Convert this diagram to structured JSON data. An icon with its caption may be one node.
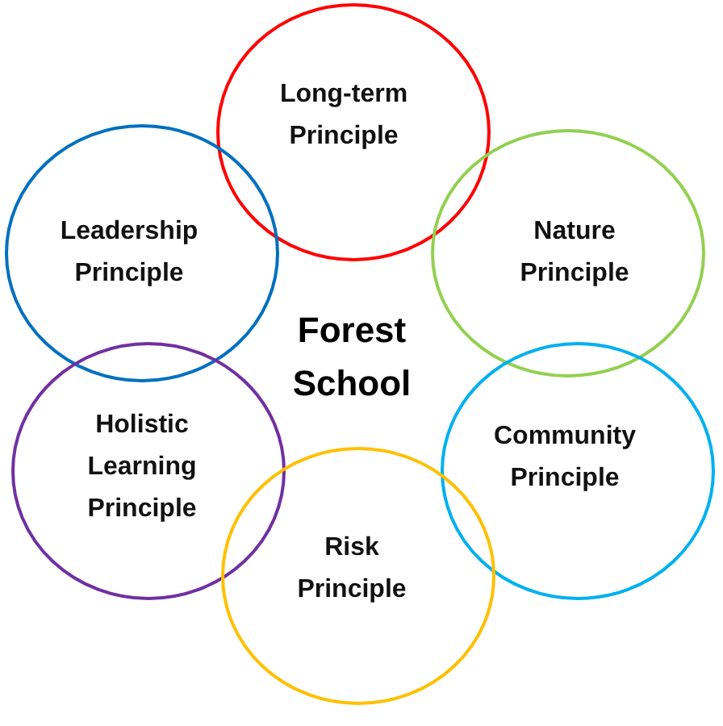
{
  "diagram": {
    "nodes": [
      {
        "text": [
          "Long-term Principle"
        ]
      },
      {
        "text": [
          "Leadership Principle"
        ]
      },
      {
        "text": [
          "Nature Principle"
        ]
      },
      {
        "text": [
          "Holistic Learning Principle"
        ]
      },
      {
        "text": [
          "Community Principle"
        ]
      },
      {
        "text": [
          "Risk Principle"
        ]
      }
    ],
    "labels": [
      "Forest School"
    ]
  }
}
